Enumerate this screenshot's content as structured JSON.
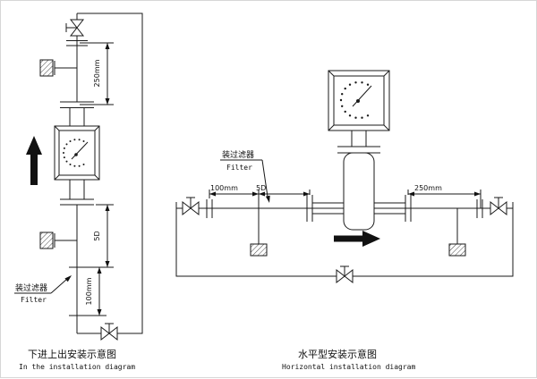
{
  "diagram": {
    "left": {
      "dims": {
        "d250": "250mm",
        "d5": "5D",
        "d100": "100mm"
      },
      "filter": {
        "cn": "装过滤器",
        "en": "Filter"
      },
      "caption": {
        "cn": "下进上出安装示意图",
        "en": "In the installation diagram"
      }
    },
    "right": {
      "dims": {
        "d100": "100mm",
        "d5": "5D",
        "d250": "250mm"
      },
      "filter": {
        "cn": "装过滤器",
        "en": "Filter"
      },
      "caption": {
        "cn": "水平型安装示意图",
        "en": "Horizontal installation diagram"
      }
    },
    "colors": {
      "line": "#1a1a1a",
      "arrow_fill": "#111111",
      "background": "#ffffff"
    }
  }
}
